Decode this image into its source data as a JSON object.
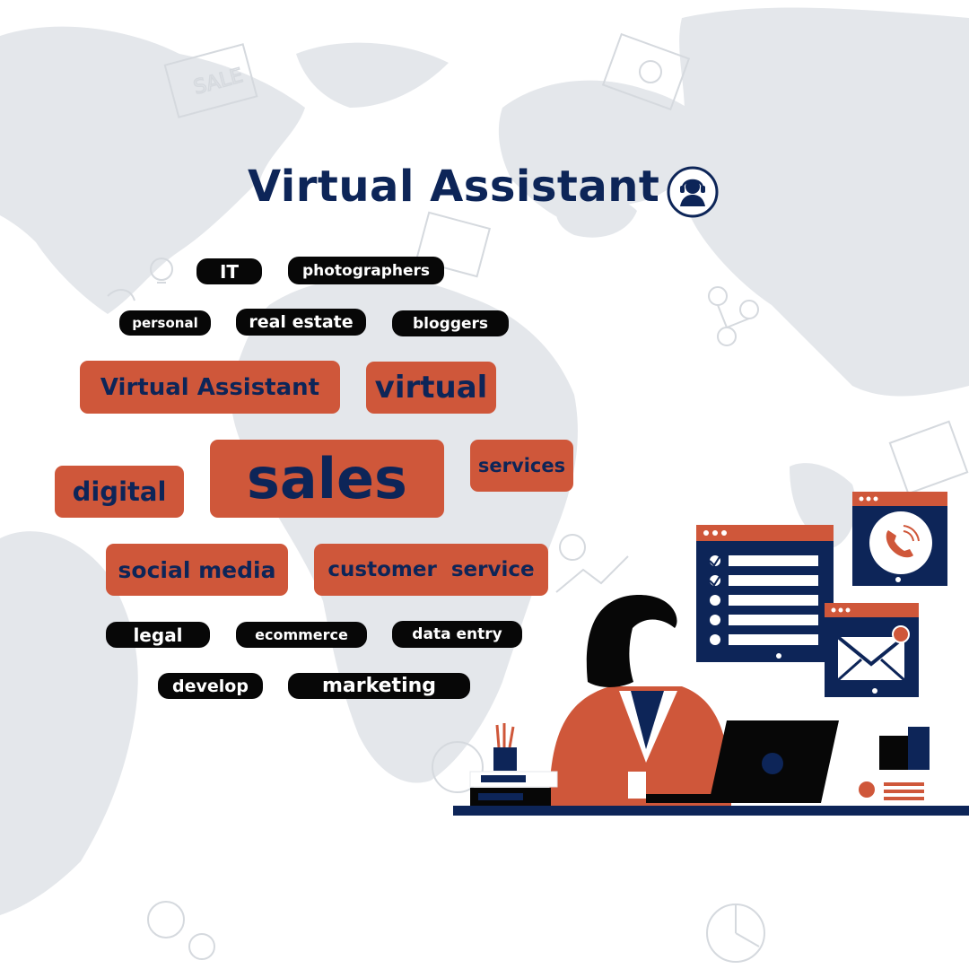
{
  "title": {
    "text": "Virtual Assistant",
    "icon": "headset-user-icon"
  },
  "tags": {
    "it": "IT",
    "photographers": "photographers",
    "personal": "personal",
    "real_estate": "real estate",
    "bloggers": "bloggers",
    "virtual_assistant": "Virtual Assistant",
    "virtual": "virtual",
    "sales": "sales",
    "services": "services",
    "digital": "digital",
    "social_media": "social media",
    "customer_service": "customer  service",
    "legal": "legal",
    "ecommerce": "ecommerce",
    "data_entry": "data entry",
    "develop": "develop",
    "marketing": "marketing"
  },
  "decor_text": {
    "sale_sign": "SALE"
  },
  "colors": {
    "navy": "#0d2558",
    "orange": "#cf573a",
    "black": "#070707",
    "map": "#e4e7eb"
  },
  "illustration": {
    "icons": [
      "checklist-window-icon",
      "phone-window-icon",
      "envelope-window-icon",
      "laptop-icon",
      "pen-holder-icon",
      "books-icon"
    ]
  }
}
